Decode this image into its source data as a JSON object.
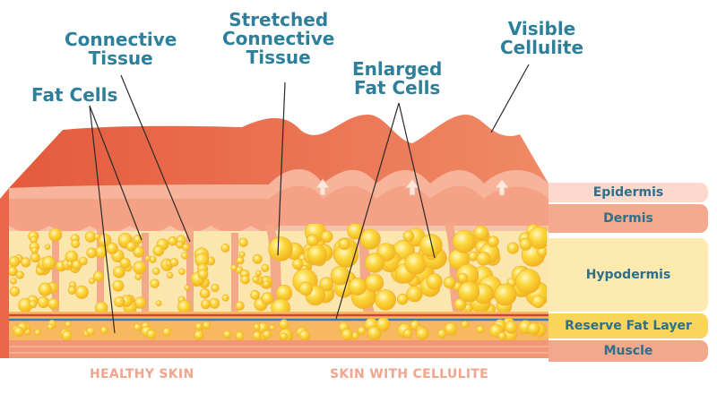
{
  "callouts": {
    "connective_tissue": [
      "Connective",
      "Tissue"
    ],
    "fat_cells": "Fat Cells",
    "stretched": [
      "Stretched",
      "Connective",
      "Tissue"
    ],
    "enlarged": [
      "Enlarged",
      "Fat Cells"
    ],
    "visible": [
      "Visible",
      "Cellulite"
    ]
  },
  "layers": {
    "epidermis": "Epidermis",
    "dermis": "Dermis",
    "hypodermis": "Hypodermis",
    "reserve": "Reserve Fat Layer",
    "muscle": "Muscle"
  },
  "bottom": {
    "healthy": "HEALTHY SKIN",
    "cellulite": "SKIN WITH CELLULITE"
  },
  "colors": {
    "label_text": "#2e7f99",
    "epidermis": "#fbd9cc",
    "dermis": "#f6a98d",
    "hypodermis": "#fdebb1",
    "reserve": "#fbd25a",
    "muscle": "#f3a58a",
    "fat": "#f8cf2f",
    "skin_top": "#e56c4d"
  }
}
